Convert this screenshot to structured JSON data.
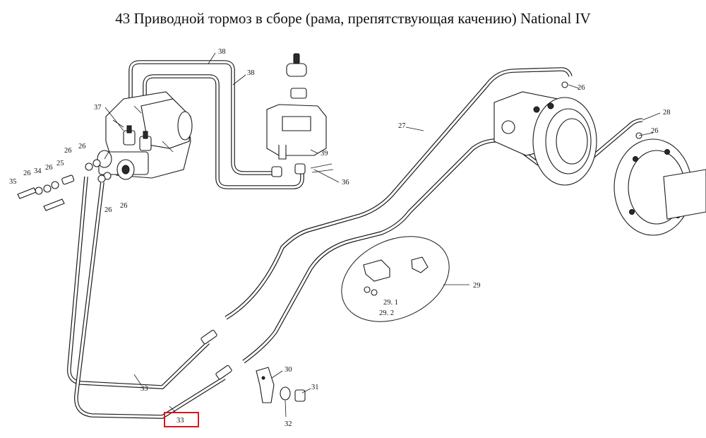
{
  "title": "43 Приводной тормоз в сборе (рама, препятствующая качению) National IV",
  "highlight_color": "#e0141e",
  "callouts": {
    "c38a": "38",
    "c38b": "38",
    "c37": "37",
    "c26_mc": "26",
    "c26_l1": "26",
    "c34": "34",
    "c26_l2": "26",
    "c25": "25",
    "c35": "35",
    "c26_l3": "26",
    "c26_l4": "26",
    "c39": "39",
    "c36": "36",
    "c27": "27",
    "c26_axle": "26",
    "c28": "28",
    "c26_r": "26",
    "c29": "29",
    "c29_1": "29. 1",
    "c29_2": "29. 2",
    "c30": "30",
    "c31": "31",
    "c32": "32",
    "c33_upper": "33",
    "c33_lower": "33"
  }
}
